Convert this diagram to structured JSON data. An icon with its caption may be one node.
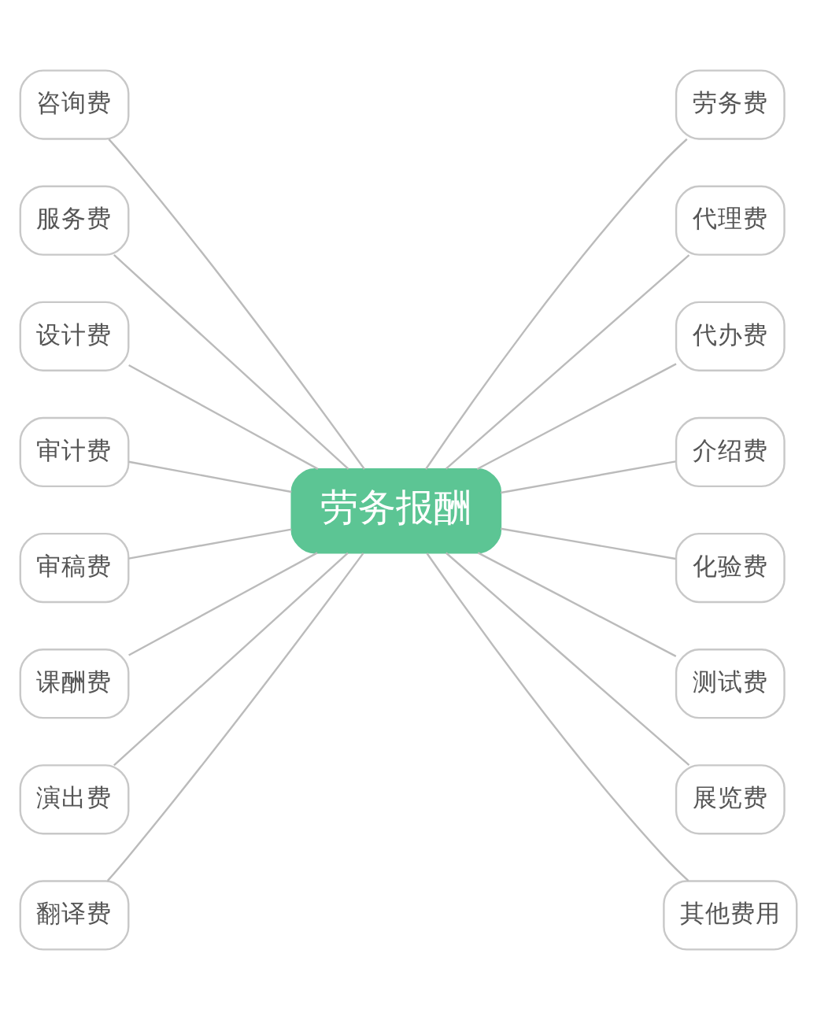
{
  "diagram": {
    "nodes": [
      {
        "text": [
          "劳务报酬"
        ]
      },
      {
        "text": [
          "咨询费"
        ]
      },
      {
        "text": [
          "服务费"
        ]
      },
      {
        "text": [
          "设计费"
        ]
      },
      {
        "text": [
          "审计费"
        ]
      },
      {
        "text": [
          "审稿费"
        ]
      },
      {
        "text": [
          "课酬费"
        ]
      },
      {
        "text": [
          "演出费"
        ]
      },
      {
        "text": [
          "翻译费"
        ]
      },
      {
        "text": [
          "劳务费"
        ]
      },
      {
        "text": [
          "代理费"
        ]
      },
      {
        "text": [
          "代办费"
        ]
      },
      {
        "text": [
          "介绍费"
        ]
      },
      {
        "text": [
          "化验费"
        ]
      },
      {
        "text": [
          "测试费"
        ]
      },
      {
        "text": [
          "展览费"
        ]
      },
      {
        "text": [
          "其他费用"
        ]
      }
    ],
    "edges": [
      {
        "from": 1,
        "to": 0,
        "arrow": "none"
      },
      {
        "from": 2,
        "to": 0,
        "arrow": "none"
      },
      {
        "from": 3,
        "to": 0,
        "arrow": "none"
      },
      {
        "from": 4,
        "to": 0,
        "arrow": "none"
      },
      {
        "from": 5,
        "to": 0,
        "arrow": "none"
      },
      {
        "from": 6,
        "to": 0,
        "arrow": "none"
      },
      {
        "from": 7,
        "to": 0,
        "arrow": "none"
      },
      {
        "from": 8,
        "to": 0,
        "arrow": "none"
      },
      {
        "from": 0,
        "to": 9,
        "arrow": "none"
      },
      {
        "from": 0,
        "to": 10,
        "arrow": "none"
      },
      {
        "from": 0,
        "to": 11,
        "arrow": "none"
      },
      {
        "from": 0,
        "to": 12,
        "arrow": "none"
      },
      {
        "from": 0,
        "to": 13,
        "arrow": "none"
      },
      {
        "from": 0,
        "to": 14,
        "arrow": "none"
      },
      {
        "from": 0,
        "to": 15,
        "arrow": "none"
      },
      {
        "from": 0,
        "to": 16,
        "arrow": "none"
      }
    ]
  }
}
